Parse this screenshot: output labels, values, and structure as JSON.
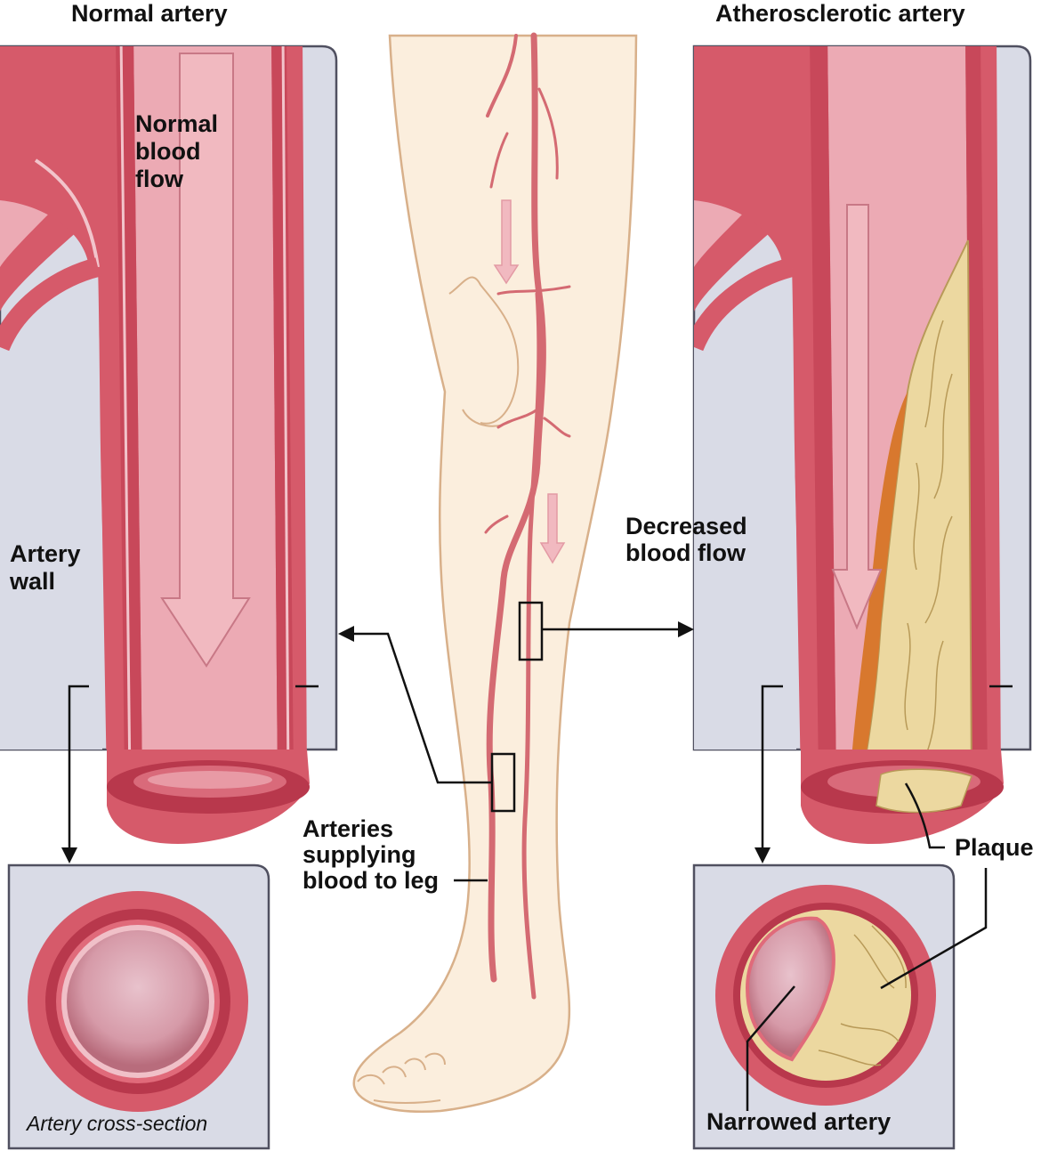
{
  "titles": {
    "normal_artery": "Normal artery",
    "atherosclerotic_artery": "Atherosclerotic artery"
  },
  "labels": {
    "normal_blood_flow": [
      "Normal",
      "blood",
      "flow"
    ],
    "artery_wall": [
      "Artery",
      "wall"
    ],
    "decreased_blood_flow": [
      "Decreased",
      "blood flow"
    ],
    "arteries_supplying": [
      "Arteries",
      "supplying",
      "blood to leg"
    ],
    "plaque": "Plaque",
    "narrowed_artery": "Narrowed artery",
    "artery_cross_section": "Artery cross-section"
  },
  "colors": {
    "panel_fill": "#d9dbe6",
    "panel_stroke": "#505060",
    "artery_wall": "#d65a6a",
    "artery_dark": "#b8384c",
    "lumen": "#ecaab4",
    "flow_arrow": "#f1b9c0",
    "plaque": "#ecd8a0",
    "plaque_stroke": "#b89a58",
    "plaque_edge": "#d8782e",
    "skin": "#fbeedd",
    "skin_outline": "#d8b08a",
    "leg_artery": "#d46a72"
  }
}
